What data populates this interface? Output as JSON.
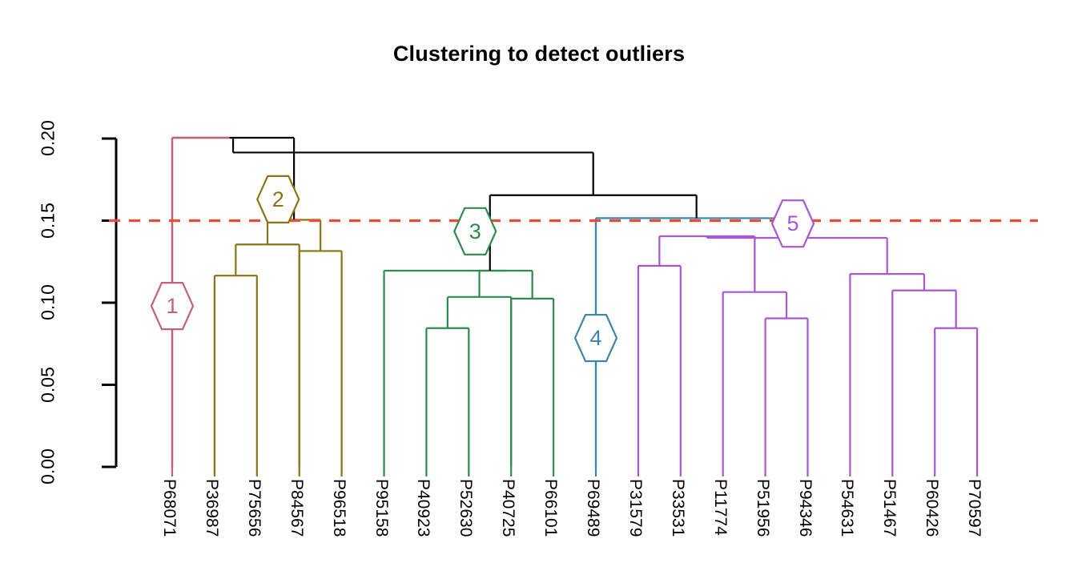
{
  "title": "Clustering to detect outliers",
  "colors": {
    "cluster1": "#C4607C",
    "cluster2": "#8A7415",
    "cluster3": "#2E8B4F",
    "cluster4": "#3D85A8",
    "cluster5": "#A martial",
    "cluster5_fix": "#A855D6",
    "root": "#000000",
    "cut_line": "#F04A32",
    "axis": "#000000"
  },
  "chart_data": {
    "type": "dendrogram",
    "title": "Clustering to detect outliers",
    "xlabel": "",
    "ylabel": "",
    "ylim": [
      0.0,
      0.205
    ],
    "grid": false,
    "legend": false,
    "y_ticks": [
      "0.00",
      "0.05",
      "0.10",
      "0.15",
      "0.20"
    ],
    "y_tick_values": [
      0.0,
      0.05,
      0.1,
      0.15,
      0.2
    ],
    "cut_height": 0.15,
    "cut_line_style": "dashed",
    "n_leaves": 20,
    "leaves": [
      {
        "label": "P68071",
        "cluster": 1
      },
      {
        "label": "P36987",
        "cluster": 2
      },
      {
        "label": "P75656",
        "cluster": 2
      },
      {
        "label": "P84567",
        "cluster": 2
      },
      {
        "label": "P96518",
        "cluster": 2
      },
      {
        "label": "P95158",
        "cluster": 3
      },
      {
        "label": "P40923",
        "cluster": 3
      },
      {
        "label": "P52630",
        "cluster": 3
      },
      {
        "label": "P40725",
        "cluster": 3
      },
      {
        "label": "P66101",
        "cluster": 3
      },
      {
        "label": "P69489",
        "cluster": 4
      },
      {
        "label": "P31579",
        "cluster": 5
      },
      {
        "label": "P33531",
        "cluster": 5
      },
      {
        "label": "P11774",
        "cluster": 5
      },
      {
        "label": "P51956",
        "cluster": 5
      },
      {
        "label": "P94346",
        "cluster": 5
      },
      {
        "label": "P54631",
        "cluster": 5
      },
      {
        "label": "P51467",
        "cluster": 5
      },
      {
        "label": "P60426",
        "cluster": 5
      },
      {
        "label": "P70597",
        "cluster": 5
      }
    ],
    "cluster_badges": [
      {
        "id": "1",
        "number": "1",
        "leaf_index": 0.0,
        "height": 0.098,
        "color": "#C4607C"
      },
      {
        "id": "2",
        "number": "2",
        "leaf_index": 2.5,
        "height": 0.163,
        "color": "#8A7415"
      },
      {
        "id": "3",
        "number": "3",
        "leaf_index": 7.15,
        "height": 0.1435,
        "color": "#2E8B4F"
      },
      {
        "id": "4",
        "number": "4",
        "leaf_index": 10.0,
        "height": 0.0785,
        "color": "#3D85A8"
      },
      {
        "id": "5",
        "number": "5",
        "leaf_index": 14.65,
        "height": 0.1482,
        "color": "#A855D6"
      }
    ],
    "merges": [
      {
        "cluster": 2,
        "x1": 1.0,
        "x2": 2.0,
        "h1": 0.0,
        "h2": 0.0,
        "height": 0.1165
      },
      {
        "cluster": 2,
        "x1": 1.5,
        "x2": 3.0,
        "h1": 0.1165,
        "h2": 0.0,
        "height": 0.1355
      },
      {
        "cluster": 2,
        "x1": 3.0,
        "x2": 4.0,
        "h1": 0.0,
        "h2": 0.0,
        "height": 0.1315
      },
      {
        "cluster": 2,
        "x1": 2.25,
        "x2": 3.5,
        "h1": 0.1355,
        "h2": 0.1315,
        "height": 0.1505
      },
      {
        "cluster": 3,
        "x1": 6.0,
        "x2": 7.0,
        "h1": 0.0,
        "h2": 0.0,
        "height": 0.0845
      },
      {
        "cluster": 3,
        "x1": 6.5,
        "x2": 8.0,
        "h1": 0.0845,
        "h2": 0.0,
        "height": 0.1035
      },
      {
        "cluster": 3,
        "x1": 8.0,
        "x2": 9.0,
        "h1": 0.0,
        "h2": 0.0,
        "height": 0.1025
      },
      {
        "cluster": 3,
        "x1": 7.25,
        "x2": 8.5,
        "h1": 0.1035,
        "h2": 0.1025,
        "height": 0.1195
      },
      {
        "cluster": 3,
        "x1": 5.0,
        "x2": 7.875,
        "h1": 0.0,
        "h2": 0.1195,
        "height": 0.1195
      },
      {
        "cluster": 5,
        "x1": 11.0,
        "x2": 12.0,
        "h1": 0.0,
        "h2": 0.0,
        "height": 0.1225
      },
      {
        "cluster": 5,
        "x1": 14.0,
        "x2": 15.0,
        "h1": 0.0,
        "h2": 0.0,
        "height": 0.0905
      },
      {
        "cluster": 5,
        "x1": 13.0,
        "x2": 14.5,
        "h1": 0.0,
        "h2": 0.0905,
        "height": 0.1065
      },
      {
        "cluster": 5,
        "x1": 11.5,
        "x2": 13.75,
        "h1": 0.1225,
        "h2": 0.1065,
        "height": 0.1405
      },
      {
        "cluster": 5,
        "x1": 18.0,
        "x2": 19.0,
        "h1": 0.0,
        "h2": 0.0,
        "height": 0.0845
      },
      {
        "cluster": 5,
        "x1": 17.0,
        "x2": 18.5,
        "h1": 0.0,
        "h2": 0.0845,
        "height": 0.1075
      },
      {
        "cluster": 5,
        "x1": 16.0,
        "x2": 17.75,
        "h1": 0.0,
        "h2": 0.1075,
        "height": 0.1175
      },
      {
        "cluster": 5,
        "x1": 12.625,
        "x2": 16.875,
        "h1": 0.1405,
        "h2": 0.1175,
        "height": 0.1395
      },
      {
        "cluster": 4,
        "x1": 10.0,
        "x2": 14.75,
        "h1": 0.0,
        "h2": 0.1395,
        "height": 0.1515
      },
      {
        "cluster": 0,
        "x1": 0.0,
        "x2": 2.875,
        "h1": 0.0,
        "h2": 0.1505,
        "height": 0.2005
      },
      {
        "cluster": 0,
        "x1": 7.5,
        "x2": 12.375,
        "h1": 0.1195,
        "h2": 0.1515,
        "height": 0.1655
      },
      {
        "cluster": 0,
        "x1": 1.4375,
        "x2": 9.9375,
        "h1": 0.2005,
        "h2": 0.1655,
        "height": 0.1915
      }
    ]
  },
  "axis": {
    "y_label_rotation": "-90"
  }
}
